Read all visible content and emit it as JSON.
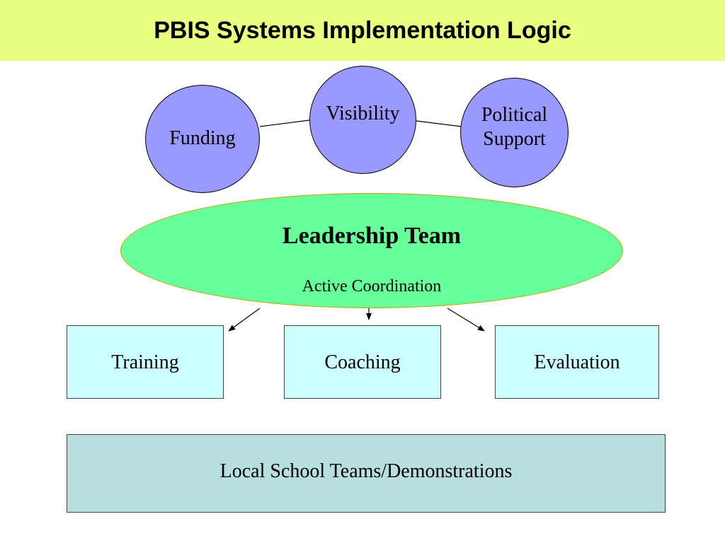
{
  "title": "PBIS Systems Implementation Logic",
  "colors": {
    "title_band": "#e8ff80",
    "circle_fill": "#9999ff",
    "ellipse_fill": "#66ff99",
    "ellipse_border": "#c8a000",
    "box_fill": "#ccffff",
    "bottom_box_fill": "#b8dfe0"
  },
  "supports": [
    {
      "label": "Funding"
    },
    {
      "label": "Visibility"
    },
    {
      "label": "Political\nSupport"
    }
  ],
  "leadership": {
    "title": "Leadership Team",
    "subtitle": "Active Coordination"
  },
  "functions": [
    {
      "label": "Training"
    },
    {
      "label": "Coaching"
    },
    {
      "label": "Evaluation"
    }
  ],
  "bottom": {
    "label": "Local School Teams/Demonstrations"
  }
}
